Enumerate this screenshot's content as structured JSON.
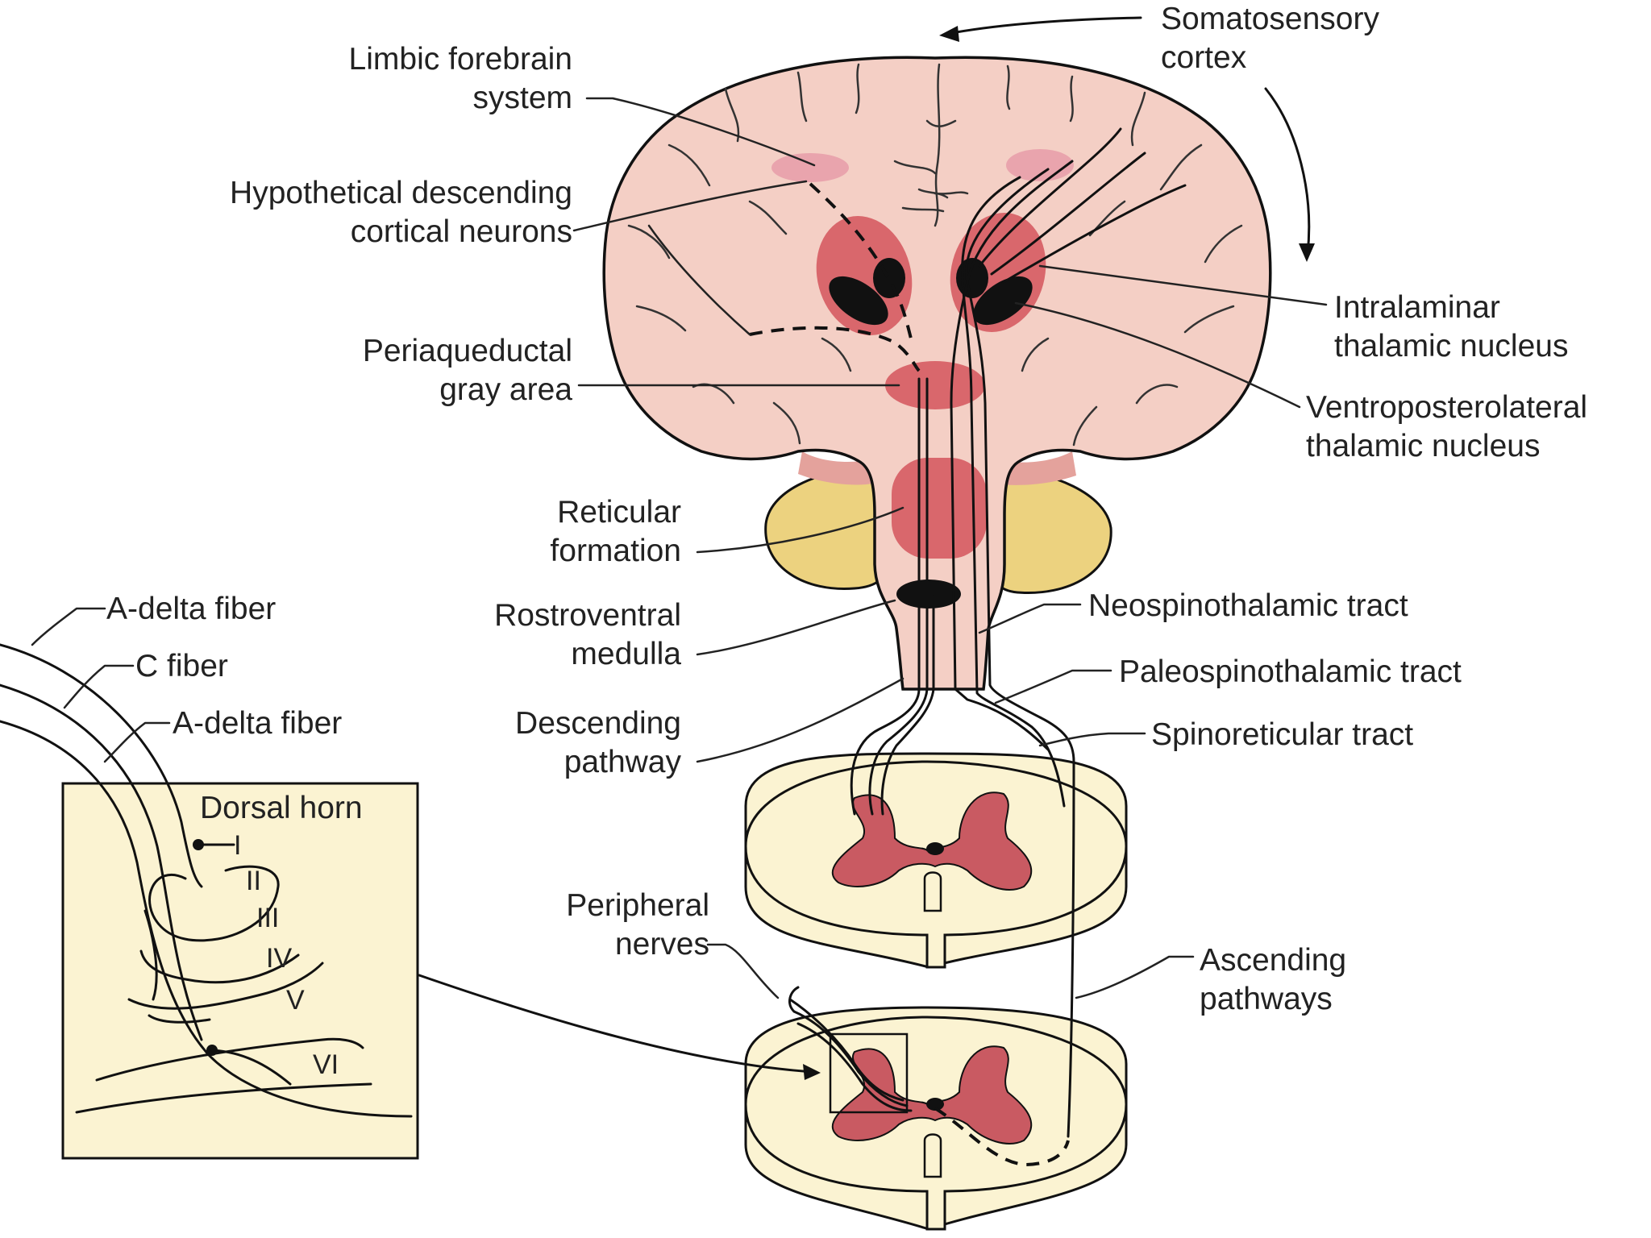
{
  "labels": {
    "somatosensory_cortex": [
      "Somatosensory",
      "cortex"
    ],
    "limbic_forebrain": [
      "Limbic forebrain",
      "system"
    ],
    "hypothetical_neurons": [
      "Hypothetical descending",
      "cortical neurons"
    ],
    "periaqueductal": [
      "Periaqueductal",
      "gray area"
    ],
    "reticular_formation": [
      "Reticular",
      "formation"
    ],
    "rostroventral_medulla": [
      "Rostroventral",
      "medulla"
    ],
    "descending_pathway": [
      "Descending",
      "pathway"
    ],
    "peripheral_nerves": [
      "Peripheral",
      "nerves"
    ],
    "intralaminar": [
      "Intralaminar",
      "thalamic nucleus"
    ],
    "ventroposterolateral": [
      "Ventroposterolateral",
      "thalamic nucleus"
    ],
    "neospinothalamic": "Neospinothalamic tract",
    "paleospinothalamic": "Paleospinothalamic tract",
    "spinoreticular": "Spinoreticular tract",
    "ascending_pathways": [
      "Ascending",
      "pathways"
    ],
    "a_delta_fiber_1": "A-delta fiber",
    "c_fiber": "C fiber",
    "a_delta_fiber_2": "A-delta fiber",
    "dorsal_horn": "Dorsal horn",
    "laminae": [
      "I",
      "II",
      "III",
      "IV",
      "V",
      "VI"
    ]
  },
  "colors": {
    "brain": "#f4cfc5",
    "brain_outline": "#111111",
    "brainstem_band": "#e4a29c",
    "nucleus_red": "#d9676c",
    "nucleus_pink": "#e9a4ad",
    "nucleus_black": "#111111",
    "cerebellum": "#ecd27f",
    "spinal_white": "#fbf3d2",
    "gray_matter": "#c95a62",
    "inset_bg": "#fbf3d2"
  }
}
